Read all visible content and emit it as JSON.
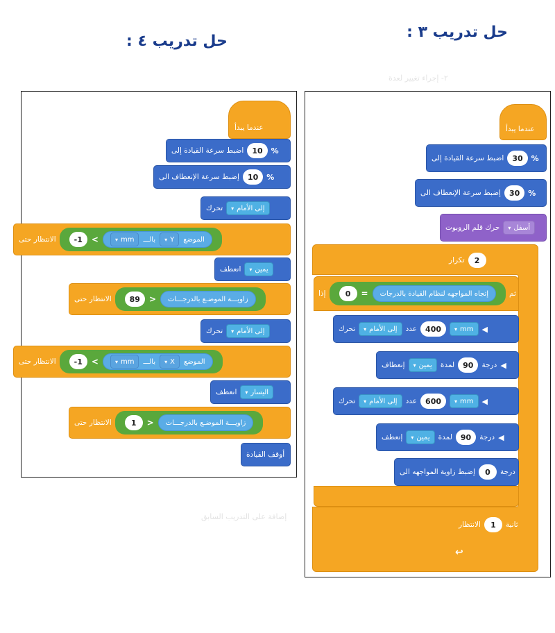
{
  "titles": {
    "right": "حل تدريب ٣ :",
    "left": "حل تدريب ٤ :"
  },
  "colors": {
    "motion_blue": "#3b6cc9",
    "events_orange": "#f5a623",
    "looks_purple": "#8f62c9",
    "operator_green": "#5aa83c",
    "sensing_lightblue": "#5aace6",
    "title_blue": "#1a3c8c"
  },
  "icons": {
    "dropdown": "▾",
    "triangle": "◀",
    "loop_arrow": "↩"
  },
  "ex4": {
    "hat": "عندما يبدأ",
    "b1": {
      "label": "اضبط سرعة القيادة إلى",
      "value": "10",
      "unit": "%"
    },
    "b2": {
      "label": "إضبط سرعة الإنعطاف الى",
      "value": "10",
      "unit": "%"
    },
    "b3": {
      "label": "تحرك",
      "dir": "إلى الأمام"
    },
    "w1": {
      "label": "الانتظار حتى",
      "sensor": "الموضع",
      "axis": "Y",
      "suffix": "بالـــ",
      "unit": "mm",
      "op": "<",
      "value": "-1"
    },
    "b4": {
      "label": "انعطف",
      "dir": "يمين"
    },
    "w2": {
      "label": "الانتظار حتى",
      "sensor": "زاويـــة الموضـع بالدرجـــات",
      "op": ">",
      "value": "89"
    },
    "b5": {
      "label": "تحرك",
      "dir": "إلى الأمام"
    },
    "w3": {
      "label": "الانتظار حتى",
      "sensor": "الموضع",
      "axis": "X",
      "suffix": "بالـــ",
      "unit": "mm",
      "op": "<",
      "value": "-1"
    },
    "b6": {
      "label": "انعطف",
      "dir": "اليسار"
    },
    "w4": {
      "label": "الانتظار حتى",
      "sensor": "زاويـــة الموضـع بالدرجـــات",
      "op": ">",
      "value": "1"
    },
    "b7": {
      "label": "أوقف القيادة"
    }
  },
  "ex3": {
    "hat": "عندما يبدأ",
    "b1": {
      "label": "اضبط سرعة القيادة إلى",
      "value": "30",
      "unit": "%"
    },
    "b2": {
      "label": "إضبط سرعة الإنعطاف الى",
      "value": "30",
      "unit": "%"
    },
    "b3": {
      "label": "حرك قلم الروبوت",
      "dir": "أسفل"
    },
    "repeat": {
      "label": "تكرار",
      "value": "2"
    },
    "if": {
      "label": "إذا",
      "then": "ثم",
      "sensor": "إتجاه المواجهه لنظام القيادة بالدرجات",
      "op": "=",
      "value": "0"
    },
    "m1": {
      "label": "تحرك",
      "dir": "إلى الأمام",
      "mid": "عدد",
      "value": "400",
      "unit": "mm"
    },
    "t1": {
      "label": "إنعطاف",
      "dir": "يمين",
      "mid": "لمدة",
      "value": "90",
      "unit": "درجة"
    },
    "m2": {
      "label": "تحرك",
      "dir": "إلى الأمام",
      "mid": "عدد",
      "value": "600",
      "unit": "mm"
    },
    "t2": {
      "label": "إنعطف",
      "dir": "يمين",
      "mid": "لمدة",
      "value": "90",
      "unit": "درجة"
    },
    "h1": {
      "label": "إضبط زاوية المواجهه الى",
      "value": "0",
      "unit": "درجة"
    },
    "wait": {
      "label": "الانتظار",
      "value": "1",
      "unit": "ثانية"
    }
  },
  "ghost": {
    "a": "٢- إجراء تغيير لعدة",
    "b": "إضافة على التدريب السابق"
  }
}
